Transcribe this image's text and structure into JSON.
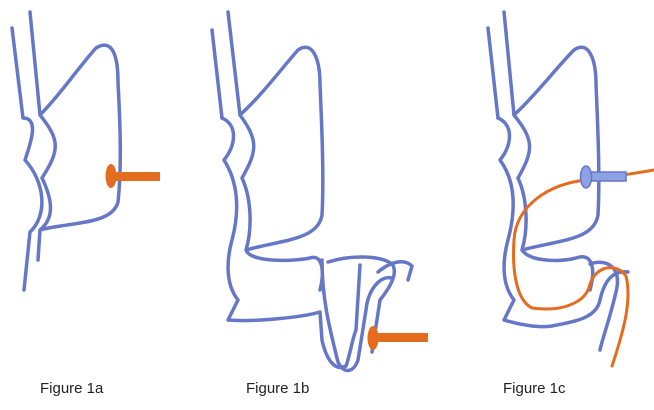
{
  "colors": {
    "outline": "#6677C7",
    "device": "#E36C1E",
    "balloon": "#8DA2E5",
    "background": "#FFFFFF"
  },
  "figures": [
    {
      "caption": "Figure 1a",
      "device_icon": "orange-peg-icon"
    },
    {
      "caption": "Figure 1b",
      "device_icon": "orange-peg-icon"
    },
    {
      "caption": "Figure 1c",
      "device_icon": "orange-wire-icon",
      "balloon_icon": "blue-balloon-icon"
    }
  ]
}
